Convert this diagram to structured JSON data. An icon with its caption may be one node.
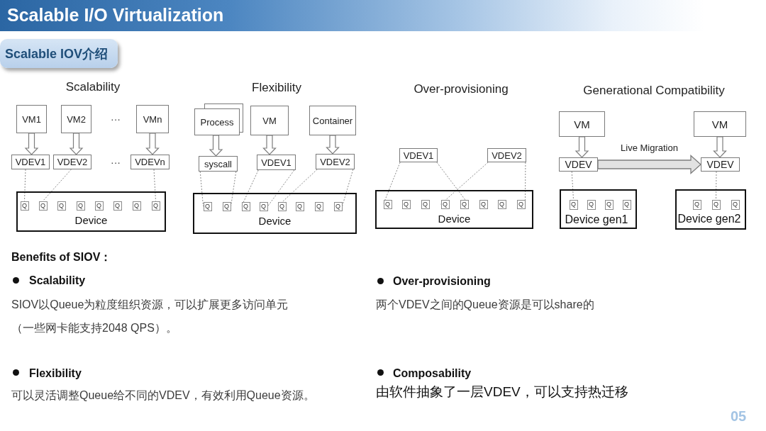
{
  "diagram": {
    "title": "Scalable I/O Virtualization",
    "nodes": [
      {
        "text": [
          "Scalable IOV介绍"
        ]
      },
      {
        "text": [
          "VM1"
        ]
      },
      {
        "text": [
          "VM2"
        ]
      },
      {
        "text": [
          "VMn"
        ]
      },
      {
        "text": [
          "VDEV1"
        ]
      },
      {
        "text": [
          "VDEV2"
        ]
      },
      {
        "text": [
          "VDEVn"
        ]
      },
      {
        "text": [
          "Device"
        ]
      },
      {
        "text": [
          "Q"
        ],
        "in": 7
      },
      {
        "text": [
          "Q"
        ],
        "in": 7
      },
      {
        "text": [
          "Q"
        ],
        "in": 7
      },
      {
        "text": [
          "Q"
        ],
        "in": 7
      },
      {
        "text": [
          "Q"
        ],
        "in": 7
      },
      {
        "text": [
          "Q"
        ],
        "in": 7
      },
      {
        "text": [
          "Q"
        ],
        "in": 7
      },
      {
        "text": [
          "Q"
        ],
        "in": 7
      },
      {
        "text": [
          "Process"
        ]
      },
      {
        "text": [
          "VM"
        ]
      },
      {
        "text": [
          "Container"
        ]
      },
      {
        "text": [
          "syscall"
        ]
      },
      {
        "text": [
          "VDEV1"
        ]
      },
      {
        "text": [
          "VDEV2"
        ]
      },
      {
        "text": [
          "Device"
        ]
      },
      {
        "text": [
          "Q"
        ],
        "in": 22
      },
      {
        "text": [
          "Q"
        ],
        "in": 22
      },
      {
        "text": [
          "Q"
        ],
        "in": 22
      },
      {
        "text": [
          "Q"
        ],
        "in": 22
      },
      {
        "text": [
          "Q"
        ],
        "in": 22
      },
      {
        "text": [
          "Q"
        ],
        "in": 22
      },
      {
        "text": [
          "Q"
        ],
        "in": 22
      },
      {
        "text": [
          "Q"
        ],
        "in": 22
      },
      {
        "text": [
          "VDEV1"
        ]
      },
      {
        "text": [
          "VDEV2"
        ]
      },
      {
        "text": [
          "Device"
        ]
      },
      {
        "text": [
          "Q"
        ],
        "in": 33
      },
      {
        "text": [
          "Q"
        ],
        "in": 33
      },
      {
        "text": [
          "Q"
        ],
        "in": 33
      },
      {
        "text": [
          "Q"
        ],
        "in": 33
      },
      {
        "text": [
          "Q"
        ],
        "in": 33
      },
      {
        "text": [
          "Q"
        ],
        "in": 33
      },
      {
        "text": [
          "Q"
        ],
        "in": 33
      },
      {
        "text": [
          "Q"
        ],
        "in": 33
      },
      {
        "text": [
          "VM"
        ]
      },
      {
        "text": [
          "VM"
        ]
      },
      {
        "text": [
          "VDEV"
        ]
      },
      {
        "text": [
          "VDEV"
        ]
      },
      {
        "text": [
          "Device gen1"
        ]
      },
      {
        "text": [
          "Q"
        ],
        "in": 46
      },
      {
        "text": [
          "Q"
        ],
        "in": 46
      },
      {
        "text": [
          "Q"
        ],
        "in": 46
      },
      {
        "text": [
          "Q"
        ],
        "in": 46
      },
      {
        "text": [
          "Device gen2"
        ]
      },
      {
        "text": [
          "Q"
        ],
        "in": 51
      },
      {
        "text": [
          "Q"
        ],
        "in": 51
      },
      {
        "text": [
          "Q"
        ],
        "in": 51
      }
    ],
    "edges": [
      {
        "from": 1,
        "to": 4,
        "arrow": "to"
      },
      {
        "from": 2,
        "to": 5,
        "arrow": "to"
      },
      {
        "from": 3,
        "to": 6,
        "arrow": "to"
      },
      {
        "from": 4,
        "to": 8,
        "arrow": "none",
        "style": "dashed"
      },
      {
        "from": 5,
        "to": 9,
        "arrow": "none",
        "style": "dashed"
      },
      {
        "from": 6,
        "to": 15,
        "arrow": "none",
        "style": "dashed"
      },
      {
        "from": 16,
        "to": 19,
        "arrow": "to"
      },
      {
        "from": 17,
        "to": 20,
        "arrow": "to"
      },
      {
        "from": 18,
        "to": 21,
        "arrow": "to"
      },
      {
        "from": 19,
        "to": 23,
        "arrow": "none",
        "style": "dashed"
      },
      {
        "from": 19,
        "to": 24,
        "arrow": "none",
        "style": "dashed"
      },
      {
        "from": 20,
        "to": 25,
        "arrow": "none",
        "style": "dashed"
      },
      {
        "from": 20,
        "to": 26,
        "arrow": "none",
        "style": "dashed"
      },
      {
        "from": 21,
        "to": 27,
        "arrow": "none",
        "style": "dashed"
      },
      {
        "from": 21,
        "to": 30,
        "arrow": "none",
        "style": "dashed"
      },
      {
        "from": 31,
        "to": 34,
        "arrow": "none",
        "style": "dashed"
      },
      {
        "from": 31,
        "to": 38,
        "arrow": "none",
        "style": "dashed"
      },
      {
        "from": 32,
        "to": 37,
        "arrow": "none",
        "style": "dashed"
      },
      {
        "from": 32,
        "to": 41,
        "arrow": "none",
        "style": "dashed"
      },
      {
        "from": 42,
        "to": 44,
        "arrow": "to"
      },
      {
        "from": 43,
        "to": 45,
        "arrow": "to"
      },
      {
        "from": 44,
        "to": 47,
        "arrow": "none",
        "style": "dashed"
      },
      {
        "from": 45,
        "to": 53,
        "arrow": "none",
        "style": "dashed"
      },
      {
        "from": 44,
        "to": 45,
        "arrow": "to",
        "label": "Live Migration",
        "style": "thick"
      }
    ],
    "labels": [
      "Scalability",
      "Flexibility",
      "Over-provisioning",
      "Generational Compatibility",
      "···",
      "···",
      "Benefits of SIOV：",
      "Scalability",
      "Over-provisioning",
      "SIOV以Queue为粒度组织资源，可以扩展更多访问单元（一些网卡能支持2048 QPS）。",
      "两个VDEV之间的Queue资源是可以share的",
      "Flexibility",
      "Composability",
      "可以灵活调整Queue给不同的VDEV，有效利用Queue资源。",
      "由软件抽象了一层VDEV，可以支持热迁移",
      "05"
    ]
  }
}
